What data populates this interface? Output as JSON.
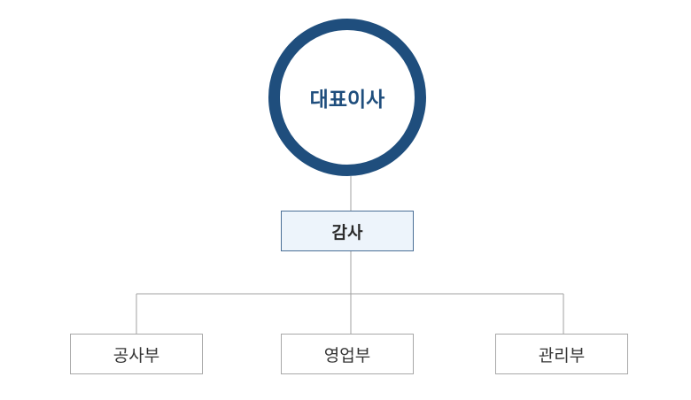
{
  "org_chart": {
    "ceo": {
      "label": "대표이사"
    },
    "audit": {
      "label": "감사"
    },
    "departments": [
      {
        "label": "공사부"
      },
      {
        "label": "영업부"
      },
      {
        "label": "관리부"
      }
    ]
  },
  "colors": {
    "ceo_ring": "#1f4e7d",
    "ceo_text": "#1f4e7d",
    "audit_fill": "#edf4fb",
    "audit_border": "#4a6f96",
    "dept_border": "#a8a8a8",
    "connector": "#a0a0a0"
  }
}
